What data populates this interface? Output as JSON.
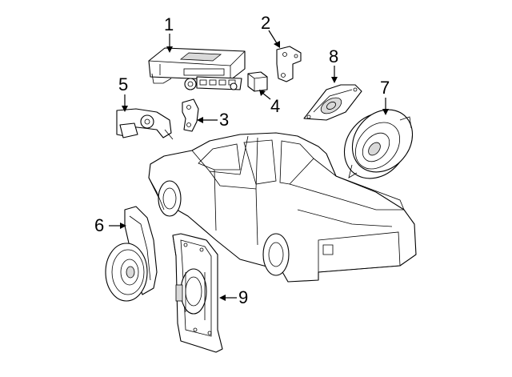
{
  "callouts": [
    {
      "label": "1",
      "part": "radio-receiver"
    },
    {
      "label": "2",
      "part": "mounting-bracket-upper"
    },
    {
      "label": "3",
      "part": "mounting-bracket-lower"
    },
    {
      "label": "4",
      "part": "relay-connector"
    },
    {
      "label": "5",
      "part": "bracket-assembly"
    },
    {
      "label": "6",
      "part": "front-door-speaker"
    },
    {
      "label": "7",
      "part": "oval-speaker"
    },
    {
      "label": "8",
      "part": "tweeter-speaker"
    },
    {
      "label": "9",
      "part": "speaker-enclosure"
    }
  ],
  "colors": {
    "line": "#000000",
    "background": "#ffffff",
    "shade": "#d9d9d9"
  }
}
